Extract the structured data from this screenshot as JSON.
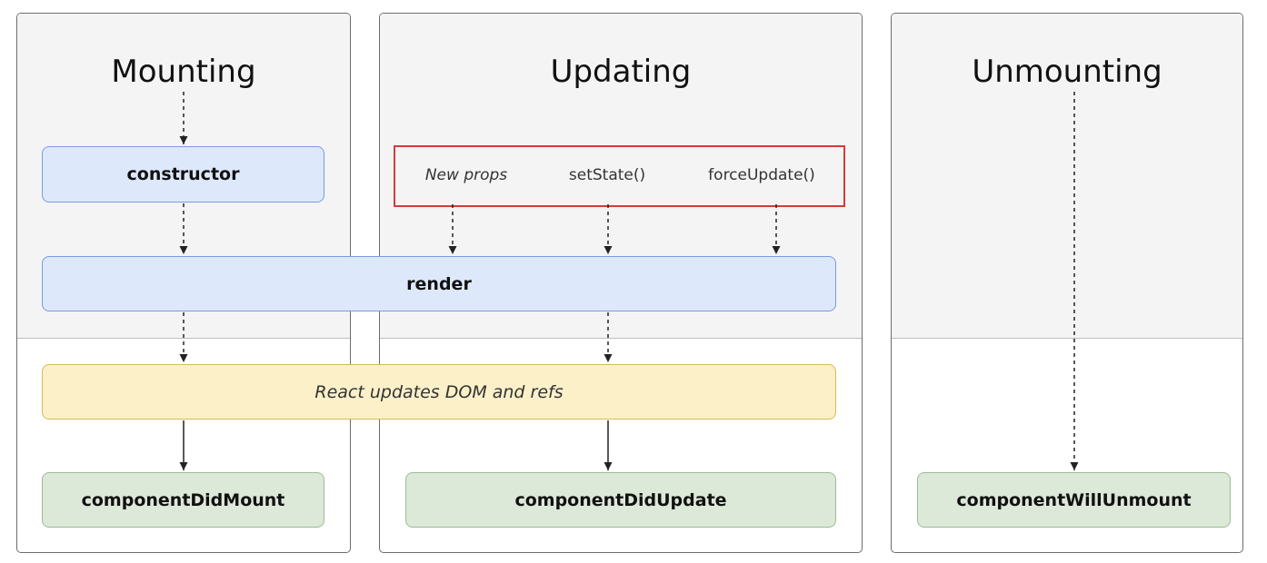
{
  "columns": {
    "mounting": {
      "title": "Mounting"
    },
    "updating": {
      "title": "Updating"
    },
    "unmounting": {
      "title": "Unmounting"
    }
  },
  "nodes": {
    "constructor": "constructor",
    "render": "render",
    "react_updates": "React updates DOM and refs",
    "component_did_mount": "componentDidMount",
    "component_did_update": "componentDidUpdate",
    "component_will_unmount": "componentWillUnmount"
  },
  "triggers": {
    "new_props": "New props",
    "set_state": "setState()",
    "force_update": "forceUpdate()"
  },
  "colors": {
    "blue_fill": "#dde8fb",
    "yellow_fill": "#fbf0c8",
    "green_fill": "#dce8d8",
    "highlight_border": "#d63a3a"
  }
}
